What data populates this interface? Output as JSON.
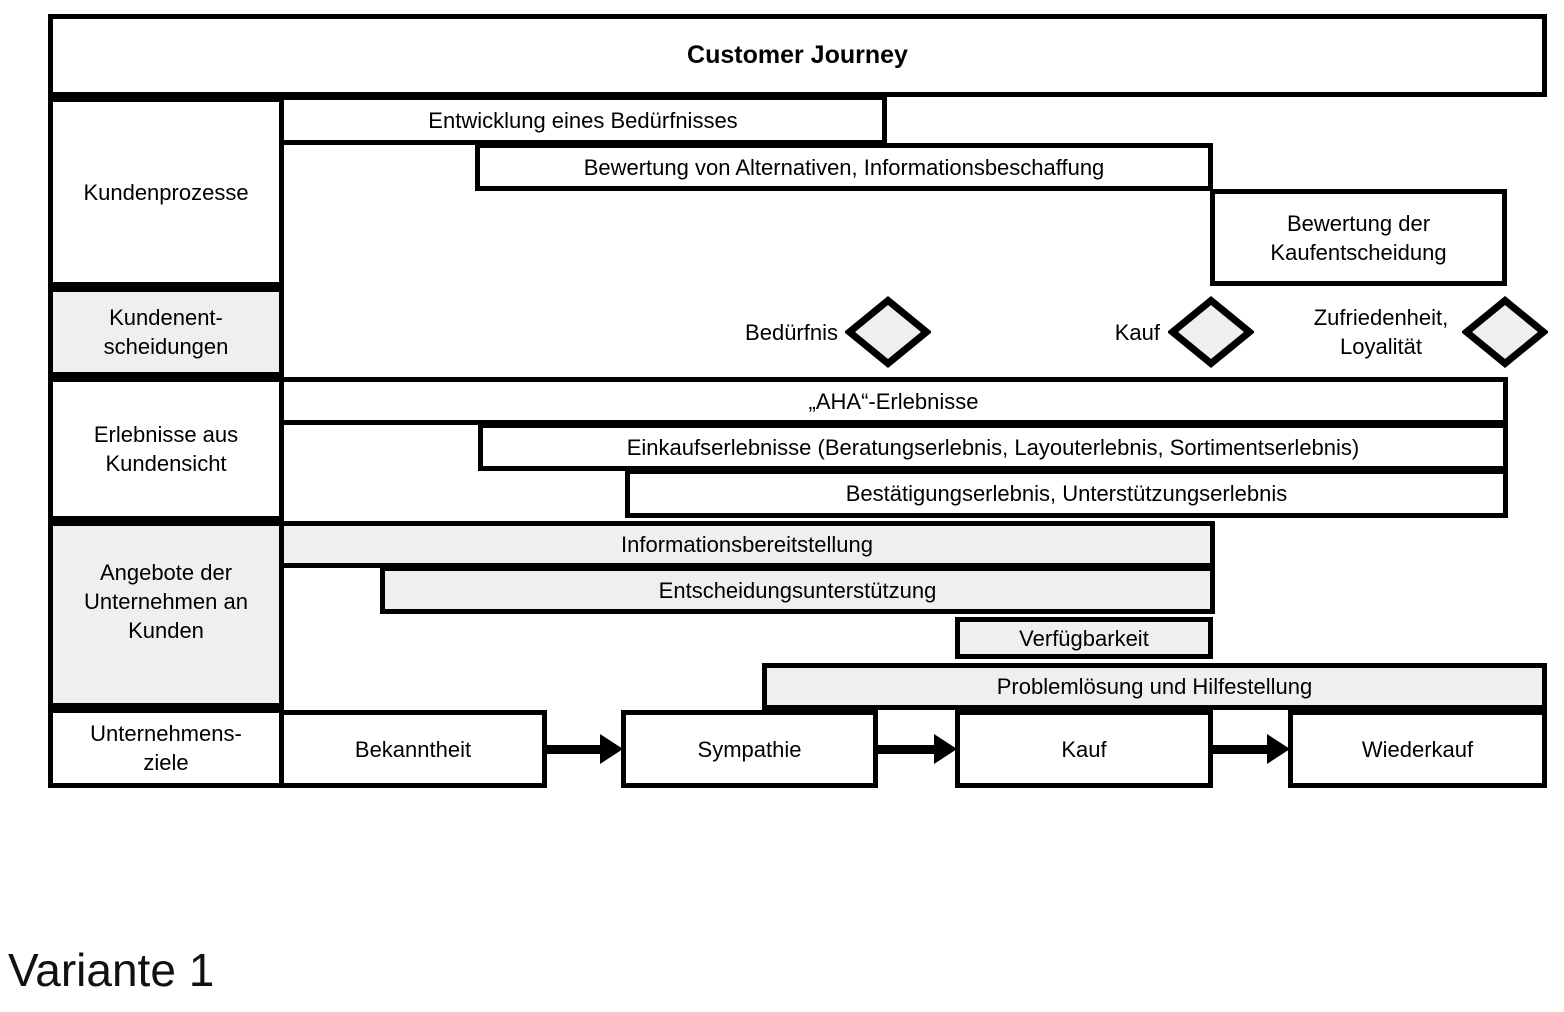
{
  "header": {
    "title": "Customer Journey"
  },
  "caption": "Variante 1",
  "colors": {
    "border": "#000000",
    "fill_gray": "#efefef",
    "fill_white": "#ffffff"
  },
  "left_column": {
    "rows": [
      {
        "id": "kundenprozesse",
        "shaded": false,
        "lines": [
          "Kundenprozesse"
        ]
      },
      {
        "id": "kundenentscheidungen",
        "shaded": true,
        "lines": [
          "Kundenent-",
          "scheidungen"
        ]
      },
      {
        "id": "erlebnisse",
        "shaded": false,
        "lines": [
          "Erlebnisse aus",
          "Kundensicht"
        ]
      },
      {
        "id": "angebote",
        "shaded": true,
        "lines": [
          "Angebote  der",
          "Unternehmen an",
          "Kunden"
        ]
      },
      {
        "id": "unternehmensziele",
        "shaded": false,
        "lines": [
          "Unternehmens-",
          "ziele"
        ]
      }
    ]
  },
  "processes": [
    "Entwicklung eines Bedürfnisses",
    "Bewertung von Alternativen, Informationsbeschaffung",
    "Bewertung der Kaufentscheidung"
  ],
  "decisions": {
    "first": "Bedürfnis",
    "second": "Kauf",
    "third_line1": "Zufriedenheit,",
    "third_line2": "Loyalität"
  },
  "experiences": [
    "„AHA“-Erlebnisse",
    "Einkaufserlebnisse (Beratungserlebnis, Layouterlebnis, Sortimentserlebnis)",
    "Bestätigungserlebnis,  Unterstützungserlebnis"
  ],
  "offers": [
    "Informationsbereitstellung",
    "Entscheidungsunterstützung",
    "Verfügbarkeit",
    "Problemlösung und Hilfestellung"
  ],
  "goals": [
    "Bekanntheit",
    "Sympathie",
    "Kauf",
    "Wiederkauf"
  ]
}
